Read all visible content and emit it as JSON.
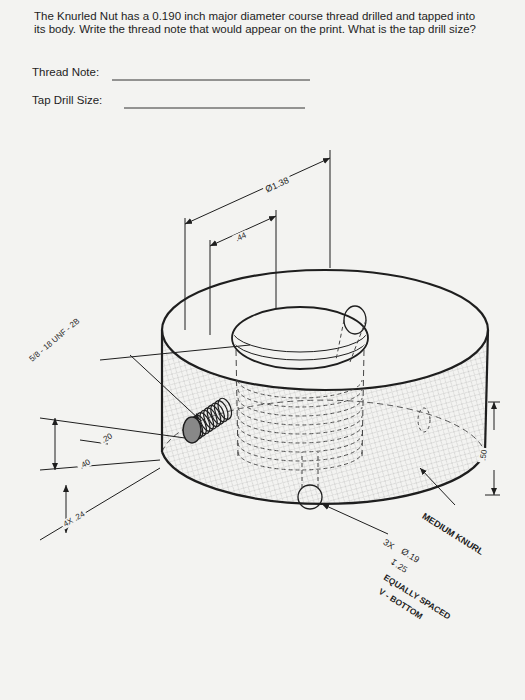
{
  "diagram": {
    "labels": [
      "The Knurled Nut has a 0.190 inch major diameter course thread drilled and tapped into its body. Write the thread note that would appear on the print. What is the tap drill size?",
      "Thread Note:",
      "Tap Drill Size:",
      "Ø1.38",
      ".44",
      "5/8 - 18 UNF - 2B",
      ".20",
      ".40",
      "4X .24",
      ".50",
      "MEDIUM KNURL",
      "3X",
      "Ø.19",
      "↧.25",
      "EQUALLY SPACED",
      "V - BOTTOM"
    ]
  }
}
